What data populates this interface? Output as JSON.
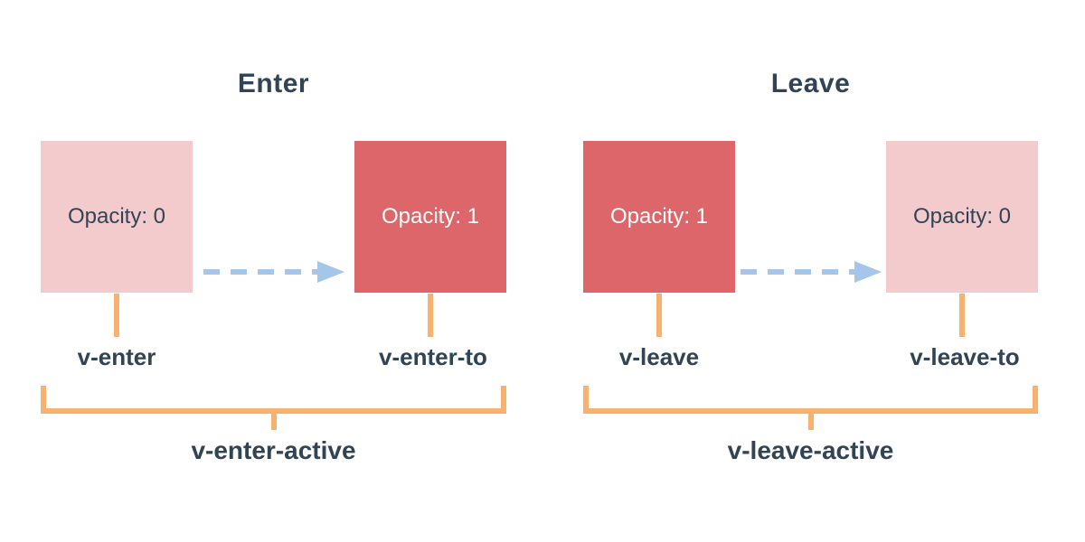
{
  "colors": {
    "box_faded": "#f4cbcd",
    "box_solid": "#dd666a",
    "arrow": "#a5c6e9",
    "connector": "#f6b26e",
    "text_dark": "#304455",
    "text_light": "#ffffff"
  },
  "sections": [
    {
      "title": "Enter",
      "from_box_label": "Opacity: 0",
      "to_box_label": "Opacity: 1",
      "from_class": "v-enter",
      "to_class": "v-enter-to",
      "active_class": "v-enter-active"
    },
    {
      "title": "Leave",
      "from_box_label": "Opacity: 1",
      "to_box_label": "Opacity: 0",
      "from_class": "v-leave",
      "to_class": "v-leave-to",
      "active_class": "v-leave-active"
    }
  ]
}
